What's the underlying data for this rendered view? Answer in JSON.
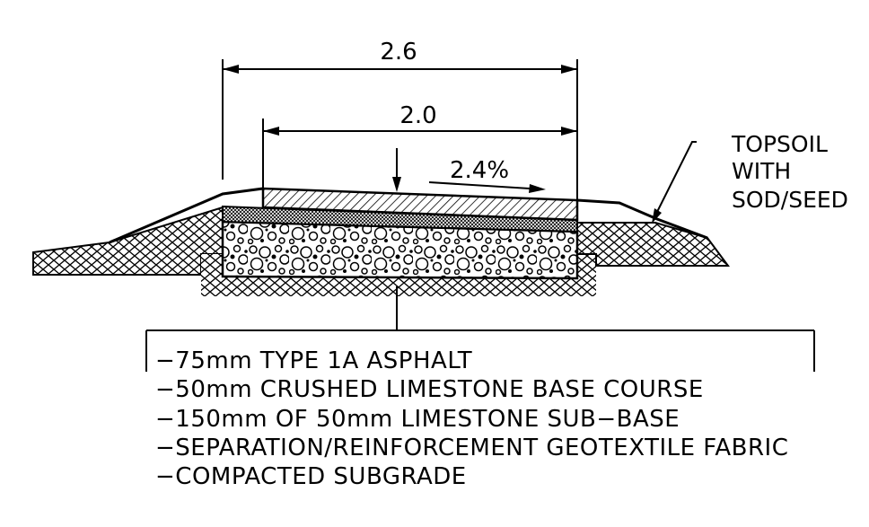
{
  "dimensions": {
    "overall_width": "2.6",
    "paved_width": "2.0",
    "cross_slope": "2.4%"
  },
  "callout_topsoil": {
    "line1": "TOPSOIL",
    "line2": "WITH",
    "line3": "SOD/SEED"
  },
  "layers": [
    "−75mm TYPE 1A ASPHALT",
    "−50mm CRUSHED LIMESTONE BASE COURSE",
    "−150mm OF 50mm LIMESTONE SUB−BASE",
    "−SEPARATION/REINFORCEMENT GEOTEXTILE FABRIC",
    "−COMPACTED SUBGRADE"
  ]
}
